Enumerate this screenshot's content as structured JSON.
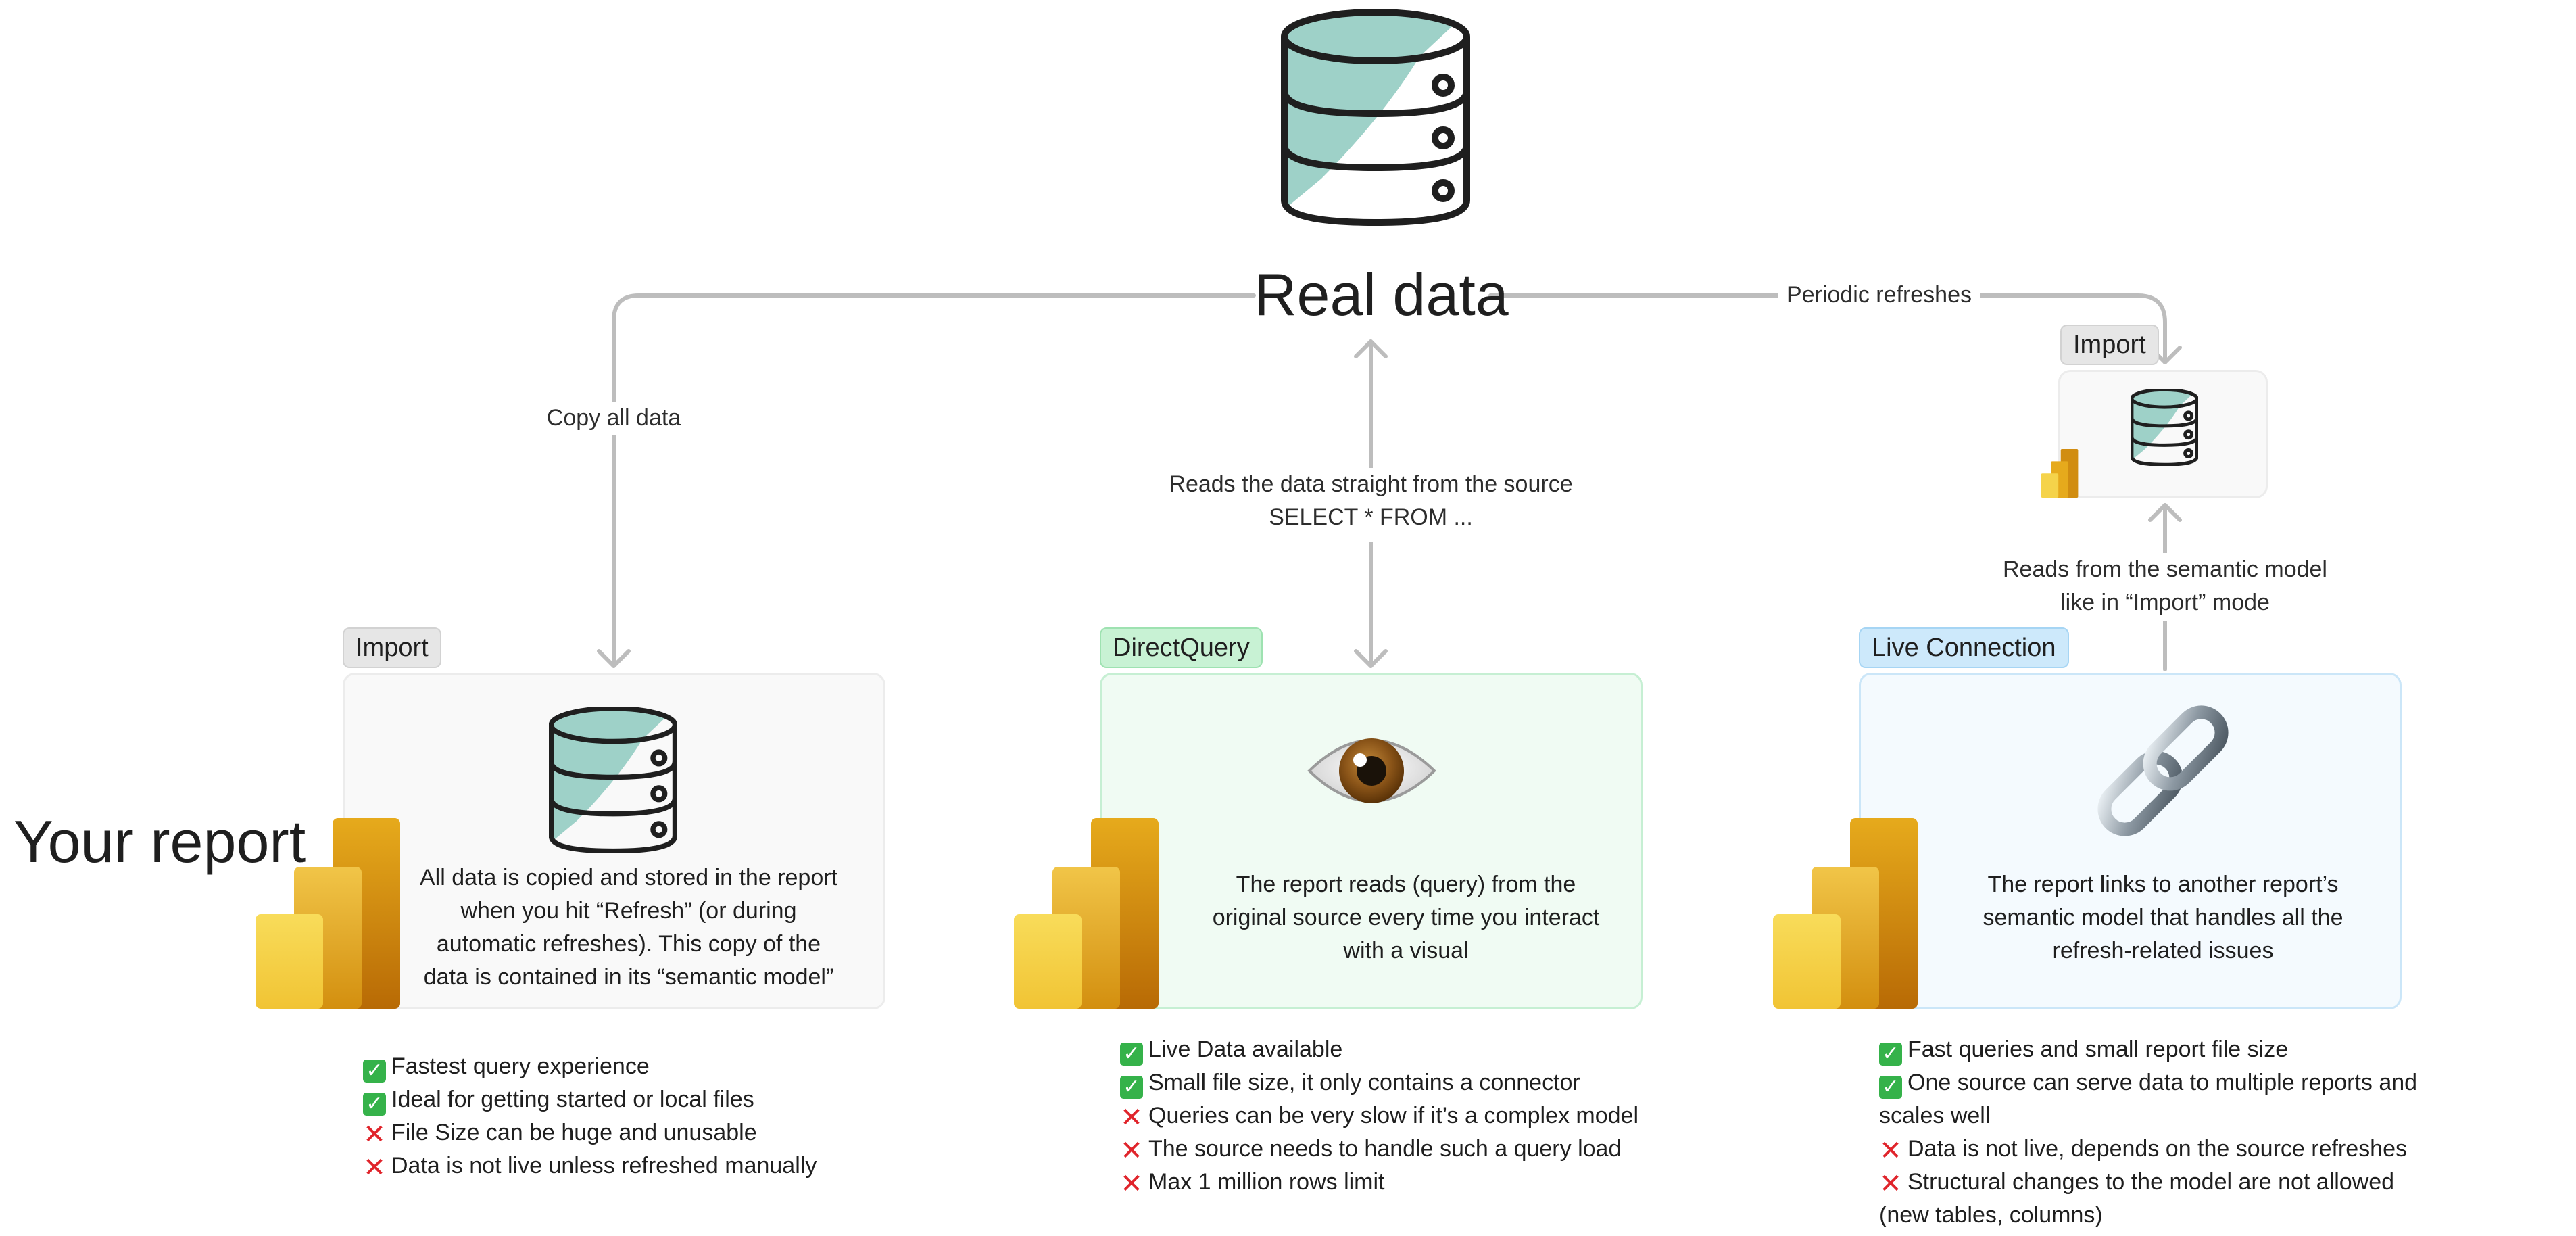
{
  "source": {
    "title": "Real data",
    "icon": "database-icon"
  },
  "edges": {
    "copy_all_data": "Copy all data",
    "reads_straight_line1": "Reads the data straight from the source",
    "reads_straight_line2": "SELECT * FROM ...",
    "periodic_refreshes": "Periodic refreshes",
    "reads_semantic_line1": "Reads from the semantic model",
    "reads_semantic_line2": "like in “Import” mode"
  },
  "report_label": "Your report",
  "upstream_model": {
    "tag": "Import",
    "icons": [
      "database-icon",
      "power-bi-icon"
    ]
  },
  "modes": [
    {
      "tag": "Import",
      "tag_color": "#e6e6e6",
      "icon": "database-icon",
      "description": "All data is copied and stored in the report when you hit “Refresh” (or during automatic refreshes). This copy of the data is contained in its “semantic model”",
      "bullets": [
        {
          "type": "pro",
          "text": "Fastest query experience"
        },
        {
          "type": "pro",
          "text": "Ideal for getting started or local files"
        },
        {
          "type": "con",
          "text": "File Size can be huge and unusable"
        },
        {
          "type": "con",
          "text": "Data is not live unless refreshed manually"
        }
      ]
    },
    {
      "tag": "DirectQuery",
      "tag_color": "#c8f2d4",
      "icon": "eye-icon",
      "description": "The report reads (query) from the original source every time you interact with a visual",
      "bullets": [
        {
          "type": "pro",
          "text": "Live Data available"
        },
        {
          "type": "pro",
          "text": "Small file size, it only contains a connector"
        },
        {
          "type": "con",
          "text": "Queries can be very slow if it’s a complex model"
        },
        {
          "type": "con",
          "text": "The source needs to handle such a query load"
        },
        {
          "type": "con",
          "text": "Max 1 million rows limit"
        }
      ]
    },
    {
      "tag": "Live Connection",
      "tag_color": "#cde9fb",
      "icon": "chain-link-icon",
      "description": "The report links to another report’s semantic model that handles all the refresh-related issues",
      "bullets": [
        {
          "type": "pro",
          "text": "Fast queries and small report file size"
        },
        {
          "type": "pro",
          "text": "One source can serve data to multiple reports and"
        },
        {
          "type": "cont",
          "text": "scales well"
        },
        {
          "type": "con",
          "text": "Data is not live, depends on the source refreshes"
        },
        {
          "type": "con",
          "text": "Structural changes to the model are not allowed"
        },
        {
          "type": "cont",
          "text": "(new tables, columns)"
        }
      ]
    }
  ],
  "marks": {
    "pro": "✓",
    "con": "✕"
  },
  "colors": {
    "line": "#bdbdbd",
    "db_fill": "#9ed1c8",
    "db_stroke": "#1f1f1f",
    "pbi_light": "#f5d34a",
    "pbi_mid": "#e6aa1c",
    "pbi_dark": "#b86a05",
    "pro_mark": "#35b24a",
    "con_mark": "#e0242b"
  }
}
